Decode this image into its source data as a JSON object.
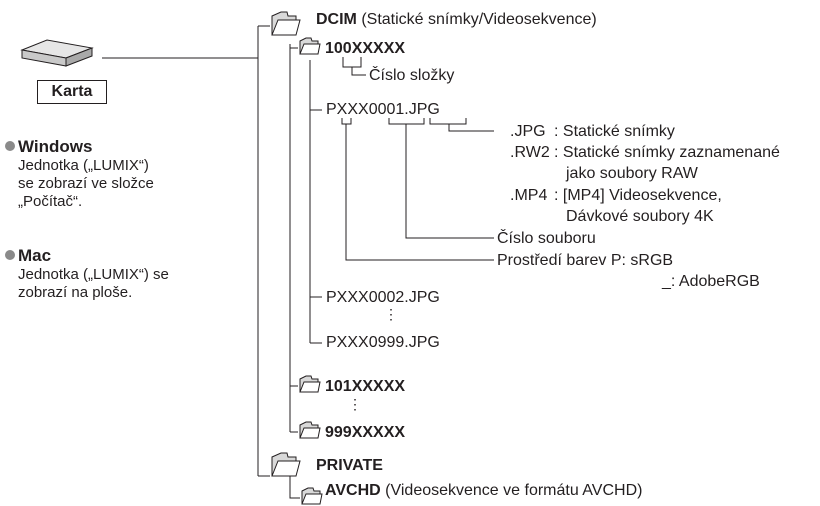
{
  "device": {
    "label": "Karta",
    "icon": "sd-card-reader-icon"
  },
  "os_notes": [
    {
      "heading": "Windows",
      "lines": [
        "Jednotka („LUMIX“)",
        "se zobrazí ve složce",
        "„Počítač“."
      ]
    },
    {
      "heading": "Mac",
      "lines": [
        "Jednotka („LUMIX“) se",
        "zobrazí na ploše."
      ]
    }
  ],
  "folders": {
    "dcim": {
      "name": "DCIM",
      "desc": " (Statické snímky/Videosekvence)"
    },
    "f100": {
      "name": "100XXXXX",
      "annotation": "Číslo složky"
    },
    "f101": {
      "name": "101XXXXX"
    },
    "f999": {
      "name": "999XXXXX"
    },
    "private": {
      "name": "PRIVATE"
    },
    "avchd": {
      "name": "AVCHD",
      "desc": " (Videosekvence ve formátu AVCHD)"
    }
  },
  "files": {
    "first": "PXXX0001.JPG",
    "second": "PXXX0002.JPG",
    "last": "PXXX0999.JPG",
    "ellipsis": "⋮"
  },
  "extensions": [
    {
      "ext": ".JPG",
      "desc": ": Statické snímky"
    },
    {
      "ext": ".RW2",
      "desc": ": Statické snímky zaznamenané"
    },
    {
      "ext": "",
      "desc": "jako soubory RAW"
    },
    {
      "ext": ".MP4",
      "desc": ": [MP4] Videosekvence,"
    },
    {
      "ext": "",
      "desc": "Dávkové soubory 4K"
    }
  ],
  "file_number_label": "Číslo souboru",
  "color_space": {
    "line1": "Prostředí barev P: sRGB",
    "line2": "_: AdobeRGB"
  },
  "icons": {
    "folder": "folder-icon"
  }
}
